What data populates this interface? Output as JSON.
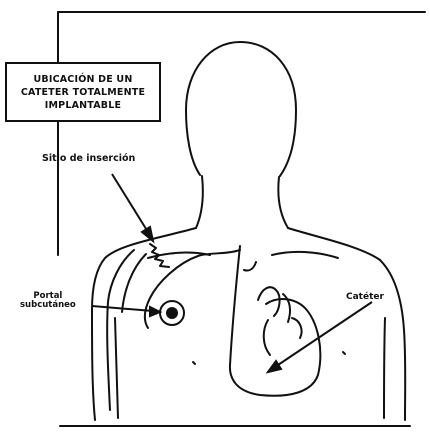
{
  "diagram": {
    "title_lines": [
      "UBICACIÓN DE UN",
      "CATETER TOTALMENTE",
      "IMPLANTABLE"
    ],
    "labels": {
      "insertion": "Sitio de inserción",
      "port_line1": "Portal",
      "port_line2": "subcutáneo",
      "catheter": "Catéter"
    }
  },
  "colors": {
    "ink": "#111111",
    "background": "#ffffff"
  }
}
